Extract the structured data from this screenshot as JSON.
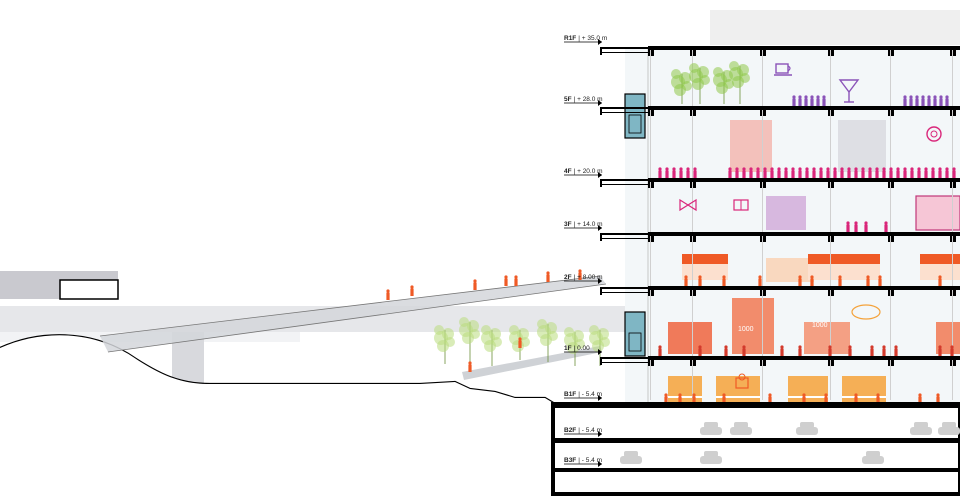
{
  "levels": [
    {
      "code": "R1F",
      "elev": "| + 35.0 m"
    },
    {
      "code": "5F",
      "elev": "| + 28.0 m"
    },
    {
      "code": "4F",
      "elev": "| + 20.0 m"
    },
    {
      "code": "3F",
      "elev": "| + 14.0 m"
    },
    {
      "code": "2F",
      "elev": "| + 8.00 m"
    },
    {
      "code": "1F",
      "elev": "| 0.00"
    },
    {
      "code": "B1F",
      "elev": "| - 5.4 m"
    },
    {
      "code": "B2F",
      "elev": "| - 5.4 m"
    },
    {
      "code": "B3F",
      "elev": "| - 5.4 m"
    }
  ],
  "signs": {
    "price_a": "1000",
    "price_b": "1000"
  },
  "colors": {
    "structure": "#000000",
    "glass": "#d7e7ee",
    "canopy": "#e4e6ea",
    "people_purple": "#8a53b8",
    "people_magenta": "#d9267a",
    "people_orange": "#ef5a26",
    "shop_orange": "#f4a23a",
    "trees": "#a8d26a",
    "elevator": "#7fb6c4"
  }
}
